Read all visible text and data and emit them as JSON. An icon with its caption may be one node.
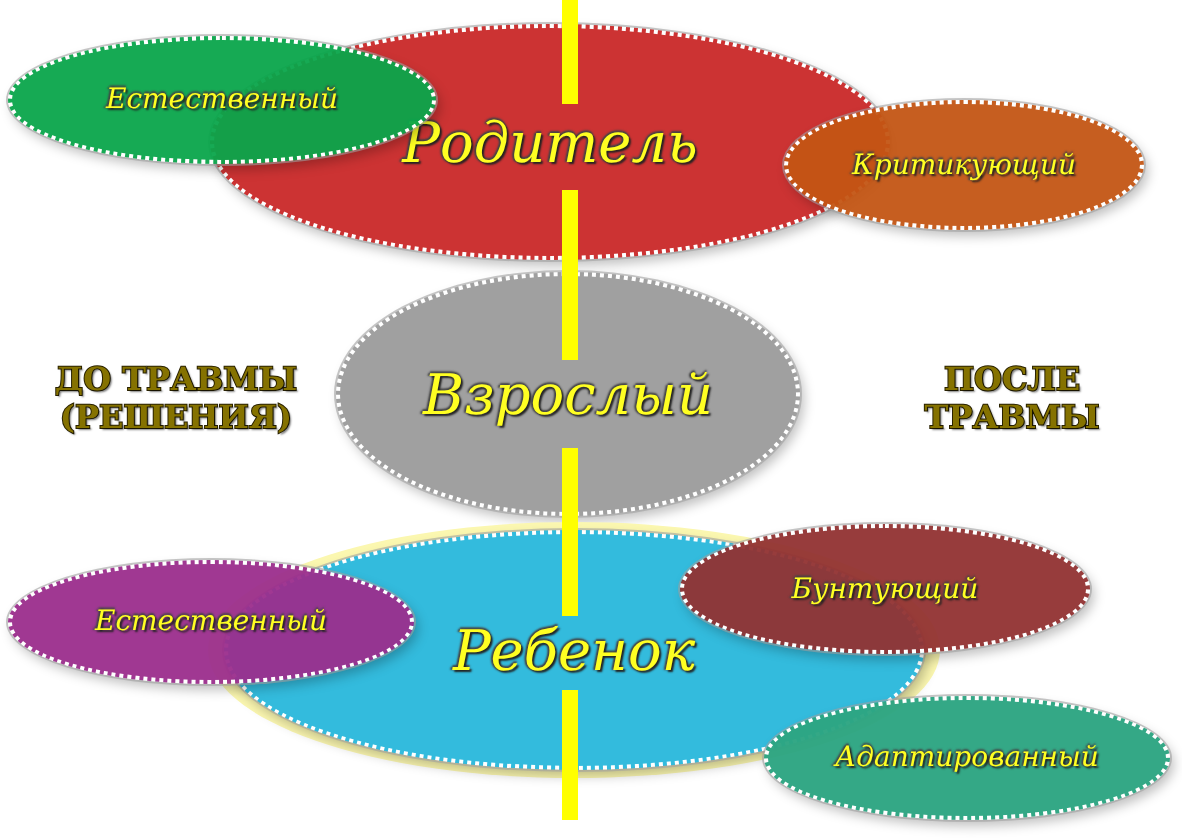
{
  "diagram": {
    "nodes": [
      {
        "text": [
          "Естественный"
        ]
      },
      {
        "text": [
          "Родитель"
        ]
      },
      {
        "text": [
          "Критикующий"
        ]
      },
      {
        "text": [
          "Взрослый"
        ]
      },
      {
        "text": [
          "Естественный"
        ]
      },
      {
        "text": [
          "Бунтующий"
        ]
      },
      {
        "text": [
          "Ребенок"
        ]
      },
      {
        "text": [
          "Адаптированный"
        ]
      }
    ],
    "labels": [
      "ДО ТРАВМЫ (РЕШЕНИЯ)",
      "ПОСЛЕ ТРАВМЫ"
    ]
  }
}
